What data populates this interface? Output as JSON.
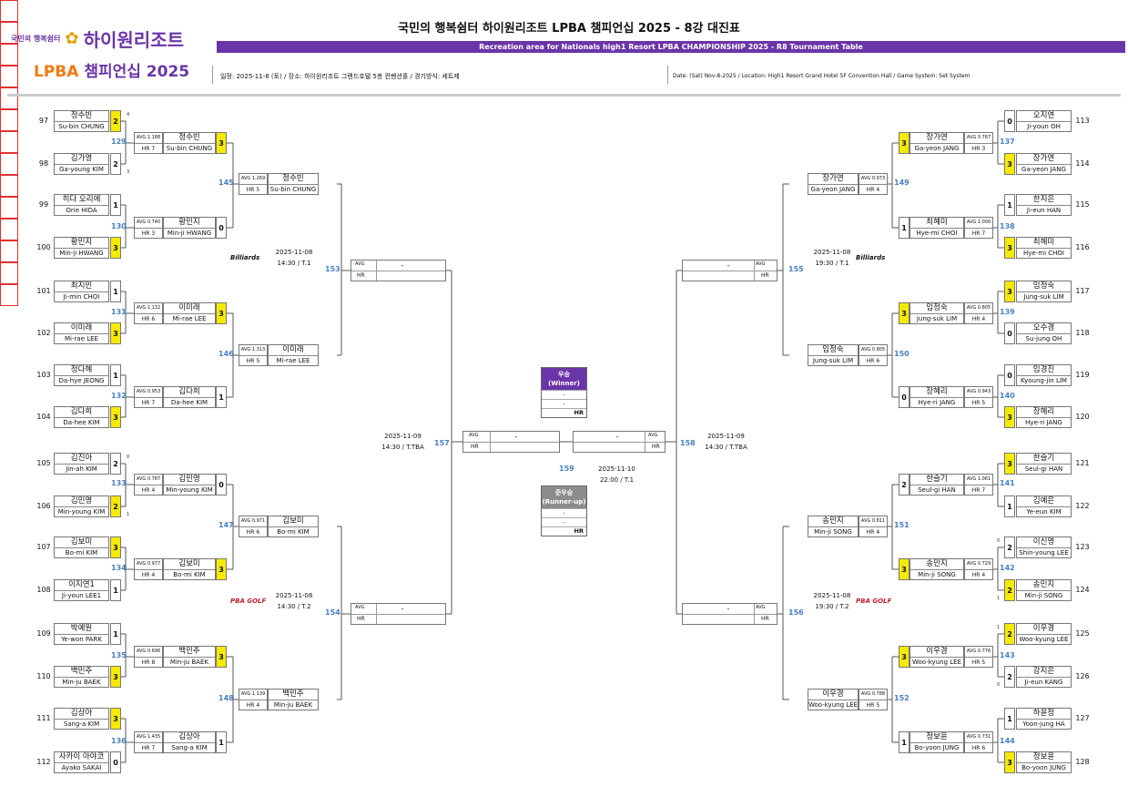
{
  "header": {
    "title": "국민의 행복쉼터 하이원리조트 LPBA 챔피언십 2025 - 8강 대진표",
    "subtitle": "Recreation area for Nationals high1 Resort LPBA CHAMPIONSHIP 2025 - R8 Tournament Table",
    "logo_small": "국민의 행복쉼터",
    "logo_big": "하이원리조트",
    "lpba_logo": "LPBA",
    "lpba_logo_rest": "챔피언십 2025",
    "info_ko": "일정: 2025-11-8 (토) / 장소: 하이원리조트 그랜드호텔 5층 컨벤션홀 / 경기방식: 세트제",
    "info_en": "Date: (Sat) Nov-8-2025 / Location: High1 Resort Grand Hotel 5F Convention Hall / Game System: Set System",
    "colors": {
      "purple": "#6a35a8",
      "winner_yellow": "#f5ea00",
      "match_blue": "#4a7fc1",
      "line_red": "#e03030"
    }
  },
  "r64": {
    "left": [
      {
        "seed": "97",
        "ko": "정수빈",
        "en": "Su-bin CHUNG",
        "score": "2",
        "win": true,
        "note": "4"
      },
      {
        "seed": "98",
        "ko": "김가영",
        "en": "Ga-young KIM",
        "score": "2",
        "win": false,
        "note": "3"
      },
      {
        "seed": "99",
        "ko": "히다 오리에",
        "en": "Orie HIDA",
        "score": "1",
        "win": false,
        "note": ""
      },
      {
        "seed": "100",
        "ko": "황민지",
        "en": "Min-ji HWANG",
        "score": "3",
        "win": true,
        "note": ""
      },
      {
        "seed": "101",
        "ko": "최지민",
        "en": "Ji-min CHOI",
        "score": "1",
        "win": false,
        "note": ""
      },
      {
        "seed": "102",
        "ko": "이미래",
        "en": "Mi-rae LEE",
        "score": "3",
        "win": true,
        "note": ""
      },
      {
        "seed": "103",
        "ko": "정다혜",
        "en": "Da-hye JEONG",
        "score": "1",
        "win": false,
        "note": ""
      },
      {
        "seed": "104",
        "ko": "김다희",
        "en": "Da-hee KIM",
        "score": "3",
        "win": true,
        "note": ""
      },
      {
        "seed": "105",
        "ko": "김진아",
        "en": "Jin-ah KIM",
        "score": "2",
        "win": false,
        "note": "0"
      },
      {
        "seed": "106",
        "ko": "김민영",
        "en": "Min-young KIM",
        "score": "2",
        "win": true,
        "note": "1"
      },
      {
        "seed": "107",
        "ko": "김보미",
        "en": "Bo-mi KIM",
        "score": "3",
        "win": true,
        "note": ""
      },
      {
        "seed": "108",
        "ko": "이지연1",
        "en": "Ji-youn LEE1",
        "score": "1",
        "win": false,
        "note": ""
      },
      {
        "seed": "109",
        "ko": "박예원",
        "en": "Ye-won PARK",
        "score": "1",
        "win": false,
        "note": ""
      },
      {
        "seed": "110",
        "ko": "백민주",
        "en": "Min-ju BAEK",
        "score": "3",
        "win": true,
        "note": ""
      },
      {
        "seed": "111",
        "ko": "김상아",
        "en": "Sang-a KIM",
        "score": "3",
        "win": true,
        "note": ""
      },
      {
        "seed": "112",
        "ko": "사카이 아야코",
        "en": "Ayako SAKAI",
        "score": "0",
        "win": false,
        "note": ""
      }
    ],
    "right": [
      {
        "seed": "113",
        "ko": "오지연",
        "en": "Ji-youn OH",
        "score": "0",
        "win": false,
        "note": ""
      },
      {
        "seed": "114",
        "ko": "장가연",
        "en": "Ga-yeon JANG",
        "score": "3",
        "win": true,
        "note": ""
      },
      {
        "seed": "115",
        "ko": "한지은",
        "en": "Ji-eun HAN",
        "score": "1",
        "win": false,
        "note": ""
      },
      {
        "seed": "116",
        "ko": "최혜미",
        "en": "Hye-mi CHOI",
        "score": "3",
        "win": true,
        "note": ""
      },
      {
        "seed": "117",
        "ko": "임정숙",
        "en": "Jung-suk LIM",
        "score": "3",
        "win": true,
        "note": ""
      },
      {
        "seed": "118",
        "ko": "오수경",
        "en": "Su-jung OH",
        "score": "0",
        "win": false,
        "note": ""
      },
      {
        "seed": "119",
        "ko": "임경진",
        "en": "Kyoung-jin LIM",
        "score": "0",
        "win": false,
        "note": ""
      },
      {
        "seed": "120",
        "ko": "장혜리",
        "en": "Hye-ri JANG",
        "score": "3",
        "win": true,
        "note": ""
      },
      {
        "seed": "121",
        "ko": "한슬기",
        "en": "Seul-gi HAN",
        "score": "3",
        "win": true,
        "note": ""
      },
      {
        "seed": "122",
        "ko": "김예은",
        "en": "Ye-eun KIM",
        "score": "1",
        "win": false,
        "note": ""
      },
      {
        "seed": "123",
        "ko": "이신영",
        "en": "Shin-young LEE",
        "score": "2",
        "win": false,
        "note": "0"
      },
      {
        "seed": "124",
        "ko": "송민지",
        "en": "Min-ji SONG",
        "score": "2",
        "win": true,
        "note": "1"
      },
      {
        "seed": "125",
        "ko": "이우경",
        "en": "Woo-kyung LEE",
        "score": "2",
        "win": true,
        "note": "1"
      },
      {
        "seed": "126",
        "ko": "강지은",
        "en": "Ji-eun KANG",
        "score": "2",
        "win": false,
        "note": "0"
      },
      {
        "seed": "127",
        "ko": "하윤정",
        "en": "Yoon-jung HA",
        "score": "1",
        "win": false,
        "note": ""
      },
      {
        "seed": "128",
        "ko": "정보윤",
        "en": "Bo-yoon JUNG",
        "score": "3",
        "win": true,
        "note": ""
      }
    ]
  },
  "r32": {
    "left": [
      {
        "match": "129",
        "avg": "AVG 1.188",
        "hr": "HR 7",
        "ko": "정수빈",
        "en": "Su-bin CHUNG",
        "score": "3",
        "win": true
      },
      {
        "match": "130",
        "avg": "AVG 0.740",
        "hr": "HR 3",
        "ko": "황민지",
        "en": "Min-ji HWANG",
        "score": "0",
        "win": false
      },
      {
        "match": "131",
        "avg": "AVG 1.132",
        "hr": "HR 6",
        "ko": "이미래",
        "en": "Mi-rae LEE",
        "score": "3",
        "win": true
      },
      {
        "match": "132",
        "avg": "AVG 0.953",
        "hr": "HR 7",
        "ko": "김다희",
        "en": "Da-hee KIM",
        "score": "1",
        "win": false
      },
      {
        "match": "133",
        "avg": "AVG 0.787",
        "hr": "HR 4",
        "ko": "김민영",
        "en": "Min-young KIM",
        "score": "0",
        "win": false
      },
      {
        "match": "134",
        "avg": "AVG 0.977",
        "hr": "HR 4",
        "ko": "김보미",
        "en": "Bo-mi KIM",
        "score": "3",
        "win": true
      },
      {
        "match": "135",
        "avg": "AVG 0.696",
        "hr": "HR 8",
        "ko": "백민주",
        "en": "Min-ju BAEK",
        "score": "3",
        "win": true
      },
      {
        "match": "136",
        "avg": "AVG 1.435",
        "hr": "HR 7",
        "ko": "김상아",
        "en": "Sang-a KIM",
        "score": "1",
        "win": false
      }
    ],
    "right": [
      {
        "match": "137",
        "avg": "AVG 0.767",
        "hr": "HR 3",
        "ko": "장가연",
        "en": "Ga-yeon JANG",
        "score": "3",
        "win": true
      },
      {
        "match": "138",
        "avg": "AVG 1.000",
        "hr": "HR 7",
        "ko": "최혜미",
        "en": "Hye-mi CHOI",
        "score": "1",
        "win": false
      },
      {
        "match": "139",
        "avg": "AVG 0.805",
        "hr": "HR 4",
        "ko": "임정숙",
        "en": "Jung-suk LIM",
        "score": "3",
        "win": true
      },
      {
        "match": "140",
        "avg": "AVG 0.943",
        "hr": "HR 5",
        "ko": "장혜리",
        "en": "Hye-ri JANG",
        "score": "0",
        "win": false
      },
      {
        "match": "141",
        "avg": "AVG 1.061",
        "hr": "HR 7",
        "ko": "한슬기",
        "en": "Seul-gi HAN",
        "score": "2",
        "win": false
      },
      {
        "match": "142",
        "avg": "AVG 0.729",
        "hr": "HR 4",
        "ko": "송민지",
        "en": "Min-ji SONG",
        "score": "3",
        "win": true
      },
      {
        "match": "143",
        "avg": "AVG 0.776",
        "hr": "HR 5",
        "ko": "이우경",
        "en": "Woo-kyung LEE",
        "score": "3",
        "win": true
      },
      {
        "match": "144",
        "avg": "AVG 0.731",
        "hr": "HR 6",
        "ko": "정보윤",
        "en": "Bo-yoon JUNG",
        "score": "1",
        "win": false
      }
    ]
  },
  "r16": {
    "left": [
      {
        "match": "145",
        "avg": "AVG 1.269",
        "hr": "HR 5",
        "ko": "정수빈",
        "en": "Su-bin CHUNG"
      },
      {
        "match": "146",
        "avg": "AVG 1.313",
        "hr": "HR 5",
        "ko": "이미래",
        "en": "Mi-rae LEE"
      },
      {
        "match": "147",
        "avg": "AVG 0.971",
        "hr": "HR 6",
        "ko": "김보미",
        "en": "Bo-mi KIM"
      },
      {
        "match": "148",
        "avg": "AVG 1.139",
        "hr": "HR 4",
        "ko": "백민주",
        "en": "Min-ju BAEK"
      }
    ],
    "right": [
      {
        "match": "149",
        "avg": "AVG 0.973",
        "hr": "HR 4",
        "ko": "장가연",
        "en": "Ga-yeon JANG"
      },
      {
        "match": "150",
        "avg": "AVG 0.805",
        "hr": "HR 6",
        "ko": "임정숙",
        "en": "Jung-suk LIM"
      },
      {
        "match": "151",
        "avg": "AVG 0.811",
        "hr": "HR 4",
        "ko": "송민지",
        "en": "Min-ji SONG"
      },
      {
        "match": "152",
        "avg": "AVG 0.788",
        "hr": "HR 5",
        "ko": "이우경",
        "en": "Woo-kyung LEE"
      }
    ]
  },
  "qf": {
    "left": [
      {
        "match": "153",
        "avg": "AVG",
        "hr": "HR",
        "name": "-",
        "date": "2025-11-08",
        "time": "14:30 / T.1",
        "sponsor": "Billiards"
      },
      {
        "match": "154",
        "avg": "AVG",
        "hr": "HR",
        "name": "-",
        "date": "2025-11-08",
        "time": "14:30 / T.2",
        "sponsor": "PBA GOLF"
      }
    ],
    "right": [
      {
        "match": "155",
        "avg": "AVG",
        "hr": "HR",
        "name": "-",
        "date": "2025-11-08",
        "time": "19:30 / T.1",
        "sponsor": "Billiards"
      },
      {
        "match": "156",
        "avg": "AVG",
        "hr": "HR",
        "name": "-",
        "date": "2025-11-08",
        "time": "19:30 / T.2",
        "sponsor": "PBA GOLF"
      }
    ]
  },
  "sf": {
    "left": {
      "match": "157",
      "avg": "AVG",
      "hr": "HR",
      "name": "-",
      "date": "2025-11-09",
      "time": "14:30 / T.TBA"
    },
    "right": {
      "match": "158",
      "avg": "AVG",
      "hr": "HR",
      "name": "-",
      "date": "2025-11-09",
      "time": "14:30 / T.TBA"
    }
  },
  "final": {
    "match": "159",
    "date": "2025-11-10",
    "time": "22:00 / T.1",
    "winner": {
      "label": "우승",
      "label_en": "(Winner)",
      "r1": "-",
      "r2": "-",
      "hr": "HR"
    },
    "runner": {
      "label": "준우승",
      "label_en": "(Runner-up)",
      "r1": "-",
      "r2": "-",
      "hr": "HR"
    }
  }
}
